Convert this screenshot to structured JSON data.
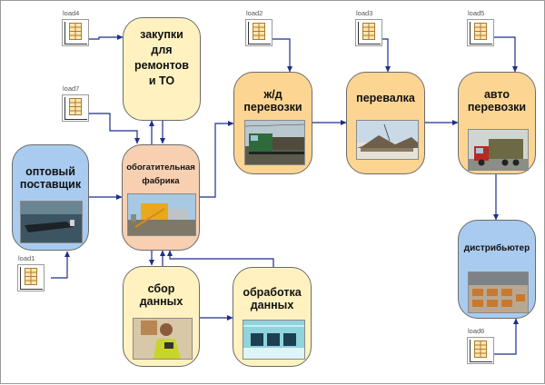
{
  "nodes": {
    "zakupki": "закупки\nдля\nремонтов\nи ТО",
    "zhd": "ж/д\nперевозки",
    "perevalka": "перевалка",
    "avto": "авто\nперевозки",
    "optovy": "оптовый\nпоставщик",
    "fabrika": "обогатительная\nфабрика",
    "distrib": "дистрибьютер",
    "sbor": "сбор\nданных",
    "obrabotka": "обработка\nданных"
  },
  "loads": {
    "load1": "load1",
    "load2": "load2",
    "load3": "load3",
    "load4": "load4",
    "load5": "load5",
    "load6": "load6",
    "load7": "load7"
  },
  "colors": {
    "wire": "#1c2f8a",
    "yellow_node": "#fff2c0",
    "orange_node": "#fdd592",
    "peach_node": "#f7cfb1",
    "blue_node": "#a9cbf0",
    "grid_fill": "#fde7b3"
  }
}
